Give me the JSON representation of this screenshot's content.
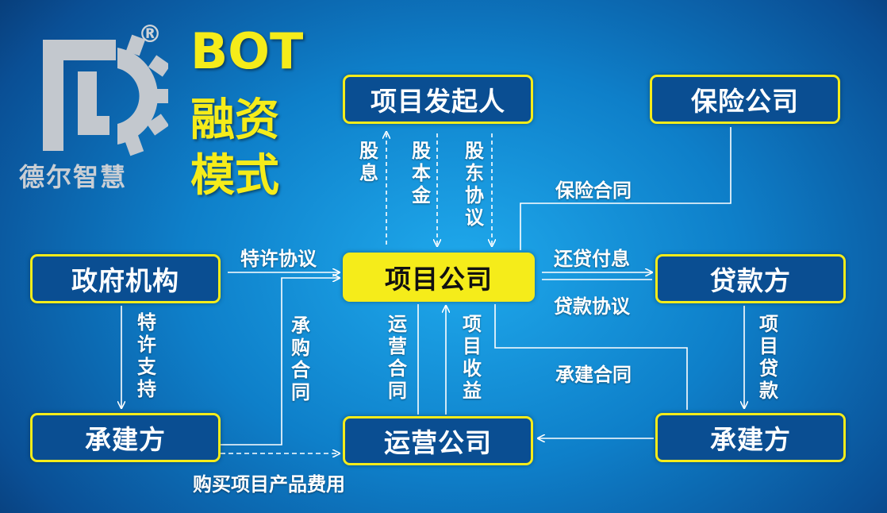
{
  "brand": {
    "name": "德尔智慧",
    "registered_mark": "®"
  },
  "title": {
    "line1": "BOT",
    "line2": "融资",
    "line3": "模式"
  },
  "colors": {
    "accent": "#f5ec1a",
    "node_fill": "#0a4e92",
    "background": "#0e7fc9",
    "line": "#ffffff"
  },
  "nodes": {
    "sponsor": "项目发起人",
    "insurance": "保险公司",
    "government": "政府机构",
    "project_company": "项目公司",
    "lender": "贷款方",
    "contractor_left": "承建方",
    "operator": "运营公司",
    "contractor_right": "承建方"
  },
  "labels": {
    "dividend": "股息",
    "equity": "股本金",
    "shareholder_agreement": "股东协议",
    "insurance_contract": "保险合同",
    "concession_agreement": "特许协议",
    "repay": "还贷付息",
    "loan_agreement": "贷款协议",
    "concession_support": "特许支持",
    "offtake_contract": "承购合同",
    "operation_contract": "运营合同",
    "project_revenue": "项目收益",
    "construction_contract": "承建合同",
    "project_loan": "项目贷款",
    "purchase_fee": "购买项目产品费用"
  }
}
